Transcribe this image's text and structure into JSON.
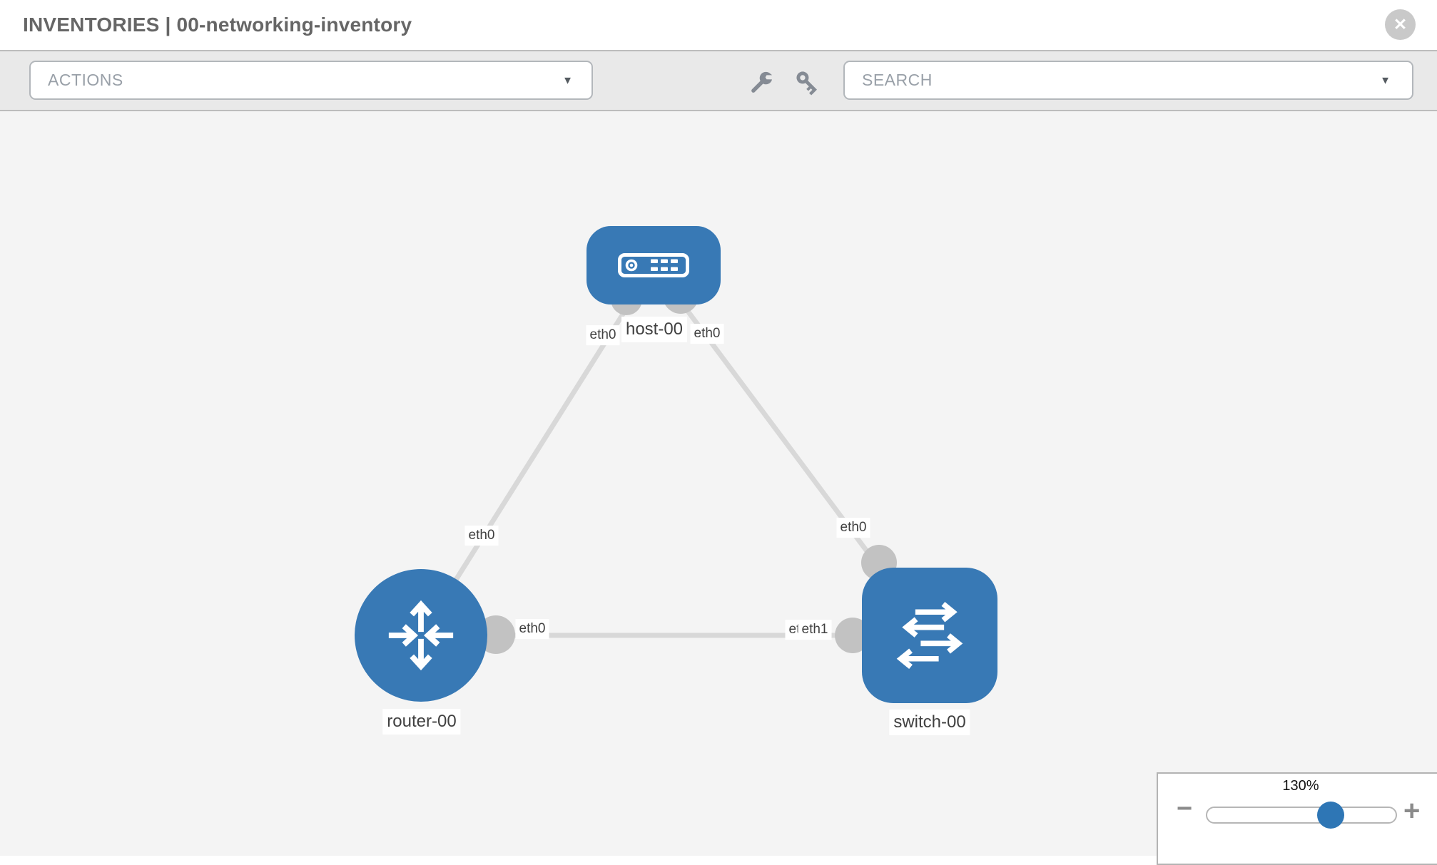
{
  "header": {
    "title": "INVENTORIES | 00-networking-inventory",
    "close_glyph": "✕"
  },
  "toolbar": {
    "actions": {
      "label": "ACTIONS",
      "caret": "▼"
    },
    "search": {
      "label": "SEARCH",
      "caret": "▼"
    },
    "icons": [
      "wrench-icon",
      "key-icon"
    ]
  },
  "topology": {
    "nodes": [
      {
        "id": "host-00",
        "type": "host",
        "label": "host-00",
        "icon": "host-device-icon"
      },
      {
        "id": "router-00",
        "type": "router",
        "label": "router-00",
        "icon": "router-arrows-icon"
      },
      {
        "id": "switch-00",
        "type": "switch",
        "label": "switch-00",
        "icon": "switch-arrows-icon"
      }
    ],
    "links": [
      {
        "from": "host-00",
        "to": "router-00",
        "from_interface": "eth0",
        "to_interface": "eth0"
      },
      {
        "from": "host-00",
        "to": "switch-00",
        "from_interface": "eth0",
        "to_interface": "eth0"
      },
      {
        "from": "router-00",
        "to": "switch-00",
        "from_interface": "eth0",
        "to_interface": "eth1"
      }
    ],
    "interface_labels": [
      {
        "text": "eth0"
      },
      {
        "text": "eth0"
      },
      {
        "text": "eth0"
      },
      {
        "text": "eth0"
      },
      {
        "text": "eth0"
      },
      {
        "text": "eth0"
      },
      {
        "text": "eth1"
      }
    ]
  },
  "zoom_control": {
    "percent": "130%",
    "value": 130,
    "minus": "−",
    "plus": "+",
    "handle_position_pct": 64
  },
  "colors": {
    "node_blue": "#3879b5",
    "slider_handle_blue": "#2e76b5",
    "link_gray": "#d8d8d8",
    "connector_gray": "#c2c2c2",
    "toolbar_bg": "#e9e9e9",
    "canvas_bg": "#f4f4f4",
    "title_gray": "#666666"
  }
}
